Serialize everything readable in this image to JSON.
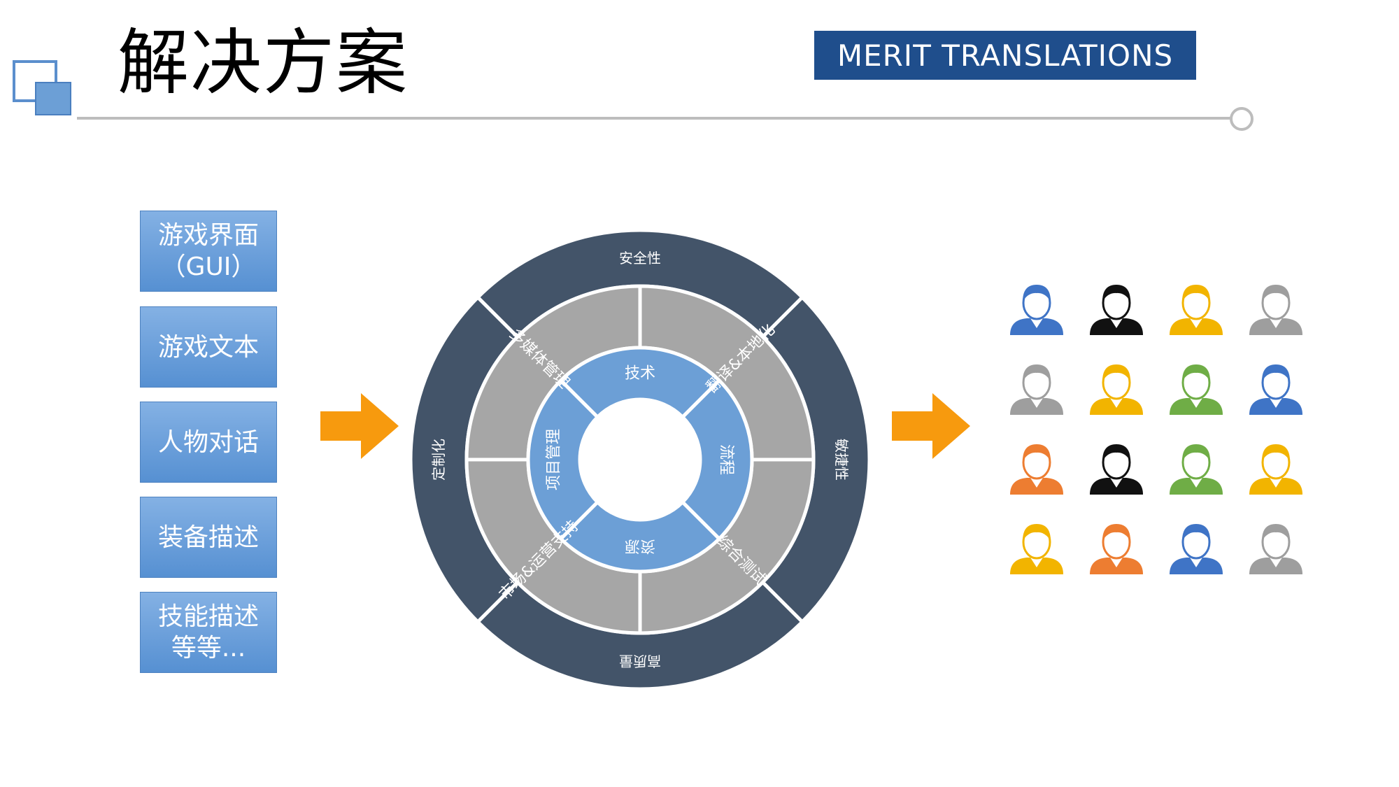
{
  "header": {
    "title": "解决方案",
    "brand": "MERIT TRANSLATIONS"
  },
  "content_types": [
    {
      "label": "游戏界面\n（GUI）"
    },
    {
      "label": "游戏文本"
    },
    {
      "label": "人物对话"
    },
    {
      "label": "装备描述"
    },
    {
      "label": "技能描述\n等等..."
    }
  ],
  "ring": {
    "outer": [
      "安全性",
      "敏捷性",
      "高质量",
      "定制化"
    ],
    "middle": [
      "多媒体管理",
      "翻译&本地化",
      "综合测试",
      "市场&运营支持"
    ],
    "inner": [
      "技术",
      "流程",
      "资源",
      "项目管理"
    ]
  },
  "colors": {
    "outer_ring": "#435469",
    "middle_ring": "#a6a6a6",
    "inner_ring": "#6c9fd6",
    "arrow": "#f79a0e",
    "box": "#5690d2",
    "brand_bg": "#1f4e8c"
  },
  "avatars": [
    {
      "name": "man-glasses-icon",
      "color": "#3f74c6"
    },
    {
      "name": "man-cap-icon",
      "color": "#111111"
    },
    {
      "name": "man-suit-icon",
      "color": "#f2b400"
    },
    {
      "name": "man-beard-glasses-icon",
      "color": "#9e9e9e"
    },
    {
      "name": "man-striped-icon",
      "color": "#9e9e9e"
    },
    {
      "name": "man-outline-icon",
      "color": "#f2b400"
    },
    {
      "name": "man-beard-icon",
      "color": "#6fad46"
    },
    {
      "name": "man-mustache-icon",
      "color": "#3f74c6"
    },
    {
      "name": "man-tie-icon",
      "color": "#ed7d31"
    },
    {
      "name": "woman-dark-icon",
      "color": "#111111"
    },
    {
      "name": "man-green-icon",
      "color": "#6fad46"
    },
    {
      "name": "man-glasses-yellow-icon",
      "color": "#f2b400"
    },
    {
      "name": "man-vest-icon",
      "color": "#f2b400"
    },
    {
      "name": "woman-orange-icon",
      "color": "#ed7d31"
    },
    {
      "name": "woman-headset-icon",
      "color": "#3f74c6"
    },
    {
      "name": "woman-gray-icon",
      "color": "#9e9e9e"
    }
  ]
}
